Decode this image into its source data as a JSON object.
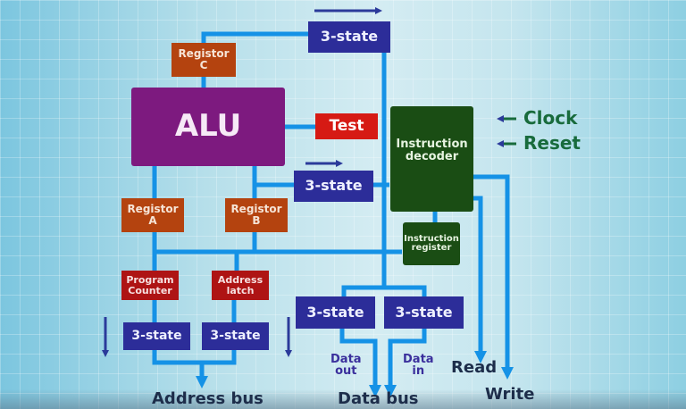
{
  "diagram": {
    "blocks": {
      "alu": "ALU",
      "register_c": [
        "Registor",
        "C"
      ],
      "register_a": [
        "Registor",
        "A"
      ],
      "register_b": [
        "Registor",
        "B"
      ],
      "test": "Test",
      "tri_state_top": "3-state",
      "tri_state_mid": "3-state",
      "instruction_decoder": [
        "Instruction",
        "decoder"
      ],
      "instruction_register": [
        "Instruction",
        "register"
      ],
      "program_counter": [
        "Program",
        "Counter"
      ],
      "address_latch": [
        "Address",
        "latch"
      ],
      "tri_state_pc": "3-state",
      "tri_state_addr": "3-state",
      "tri_state_data_out": "3-state",
      "tri_state_data_in": "3-state"
    },
    "signals": {
      "clock": "Clock",
      "reset": "Reset",
      "read": "Read",
      "write": "Write",
      "data_out": [
        "Data",
        "out"
      ],
      "data_in": [
        "Data",
        "in"
      ]
    },
    "buses": {
      "address": "Address  bus",
      "data": "Data  bus"
    },
    "colors": {
      "wire": "#1592e6",
      "arrow": "#2b3a9a",
      "alu": "#7d1a7f",
      "register": "#b4430f",
      "red_block": "#ae1414",
      "test": "#d61a14",
      "tri_state": "#2c2d99",
      "decoder": "#1a4d14",
      "signal_text": "#186b3c"
    }
  }
}
